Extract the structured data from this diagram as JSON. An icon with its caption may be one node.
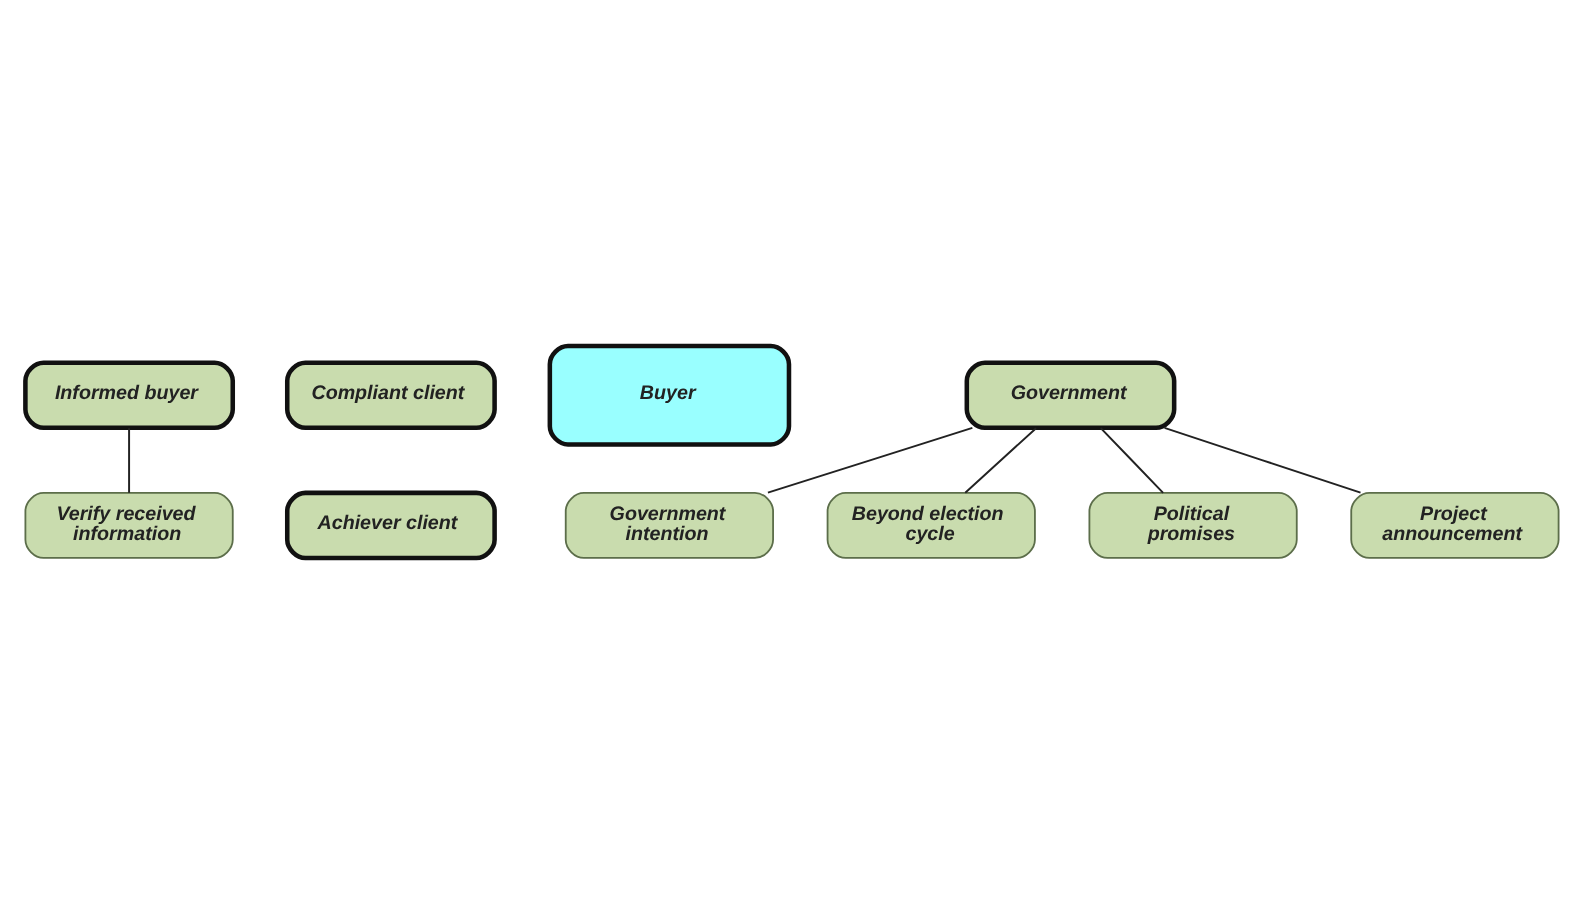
{
  "diagram": {
    "nodes": [
      {
        "text": [
          "Informed buyer"
        ]
      },
      {
        "text": [
          "Compliant client"
        ]
      },
      {
        "text": [
          "Buyer"
        ]
      },
      {
        "text": [
          "Verify received information"
        ]
      },
      {
        "text": [
          "Achiever client"
        ]
      },
      {
        "text": [
          "Government intention"
        ]
      },
      {
        "text": [
          "Government"
        ]
      },
      {
        "text": [
          "Beyond election cycle"
        ]
      },
      {
        "text": [
          "Political promises"
        ]
      },
      {
        "text": [
          "Project announcement"
        ]
      }
    ],
    "edges": [
      {
        "from": 0,
        "to": 3,
        "arrow": "none"
      },
      {
        "from": 6,
        "to": 5,
        "arrow": "none"
      },
      {
        "from": 6,
        "to": 7,
        "arrow": "none"
      },
      {
        "from": 6,
        "to": 8,
        "arrow": "none"
      },
      {
        "from": 6,
        "to": 9,
        "arrow": "none"
      }
    ]
  }
}
